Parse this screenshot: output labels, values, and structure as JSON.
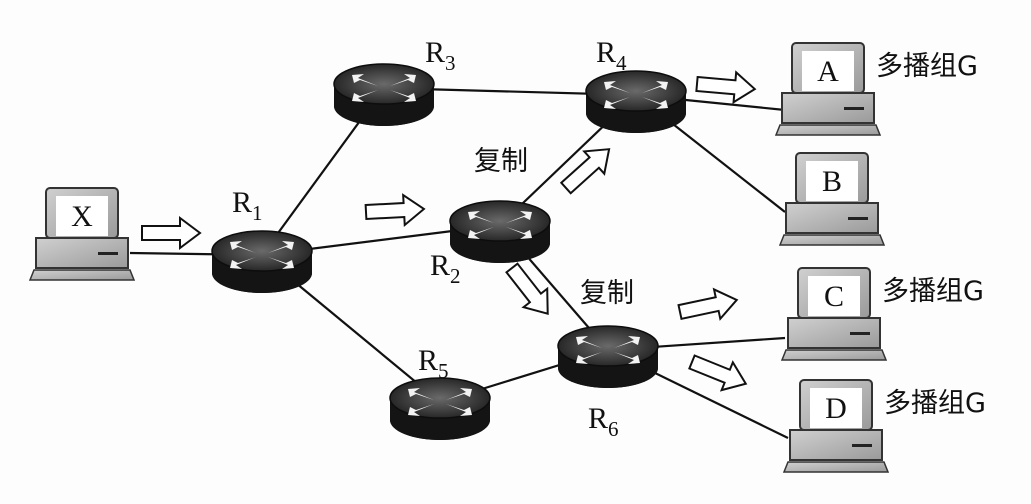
{
  "diagram": {
    "title": "IP multicast replication",
    "nodes": [
      {
        "id": "X",
        "type": "host",
        "label": "X"
      },
      {
        "id": "R1",
        "type": "router",
        "label": "R",
        "sub": "1"
      },
      {
        "id": "R2",
        "type": "router",
        "label": "R",
        "sub": "2"
      },
      {
        "id": "R3",
        "type": "router",
        "label": "R",
        "sub": "3"
      },
      {
        "id": "R4",
        "type": "router",
        "label": "R",
        "sub": "4"
      },
      {
        "id": "R5",
        "type": "router",
        "label": "R",
        "sub": "5"
      },
      {
        "id": "R6",
        "type": "router",
        "label": "R",
        "sub": "6"
      },
      {
        "id": "A",
        "type": "host",
        "label": "A",
        "group": "多播组G"
      },
      {
        "id": "B",
        "type": "host",
        "label": "B"
      },
      {
        "id": "C",
        "type": "host",
        "label": "C",
        "group": "多播组G"
      },
      {
        "id": "D",
        "type": "host",
        "label": "D",
        "group": "多播组G"
      }
    ],
    "edges": [
      [
        "X",
        "R1"
      ],
      [
        "R1",
        "R3"
      ],
      [
        "R1",
        "R2"
      ],
      [
        "R1",
        "R5"
      ],
      [
        "R3",
        "R4"
      ],
      [
        "R2",
        "R4"
      ],
      [
        "R2",
        "R6"
      ],
      [
        "R5",
        "R6"
      ],
      [
        "R4",
        "A"
      ],
      [
        "R4",
        "B"
      ],
      [
        "R6",
        "C"
      ],
      [
        "R6",
        "D"
      ]
    ],
    "flow_arrows": [
      "X->R1",
      "R1->R2",
      "R2->R4",
      "R2->R6",
      "R4->A",
      "R6->C",
      "R6->D"
    ],
    "annotations": [
      {
        "at": "R2",
        "text": "复制"
      },
      {
        "at": "R6",
        "text": "复制"
      }
    ]
  }
}
